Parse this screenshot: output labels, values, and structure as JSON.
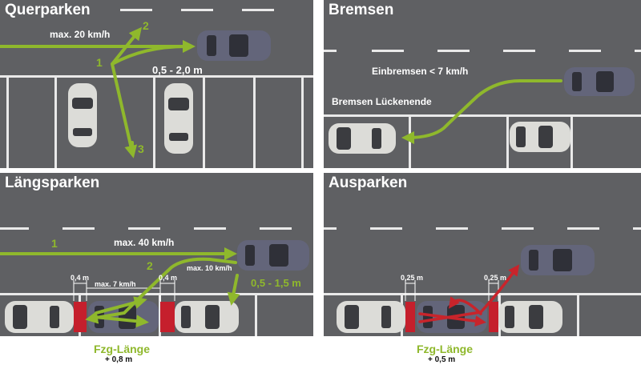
{
  "colors": {
    "asphalt": "#5f6063",
    "marking": "#e9e9e9",
    "arrow_green": "#8fb82c",
    "arrow_red": "#c8242b",
    "gap_red": "#c51f2c",
    "car_dark": "#63657a",
    "car_light": "#dcdcd8"
  },
  "panels": {
    "querparken": {
      "title": "Querparken",
      "speed": "max. 20 km/h",
      "distance": "0,5 - 2,0 m",
      "steps": [
        "1",
        "2",
        "3"
      ]
    },
    "bremsen": {
      "title": "Bremsen",
      "brake_in": "Einbremsen < 7 km/h",
      "brake_end": "Bremsen Lückenende"
    },
    "laengsparken": {
      "title": "Längsparken",
      "speed_main": "max. 40 km/h",
      "speed_reverse": "max. 10 km/h",
      "speed_gap": "max. 7 km/h",
      "distance": "0,5 - 1,5 m",
      "gap_front": "0,4 m",
      "gap_rear": "0,4 m",
      "steps": [
        "1",
        "2"
      ],
      "length_label": "Fzg-Länge",
      "length_extra": "+ 0,8 m"
    },
    "ausparken": {
      "title": "Ausparken",
      "gap_front": "0,25 m",
      "gap_rear": "0,25 m",
      "length_label": "Fzg-Länge",
      "length_extra": "+ 0,5 m"
    }
  }
}
